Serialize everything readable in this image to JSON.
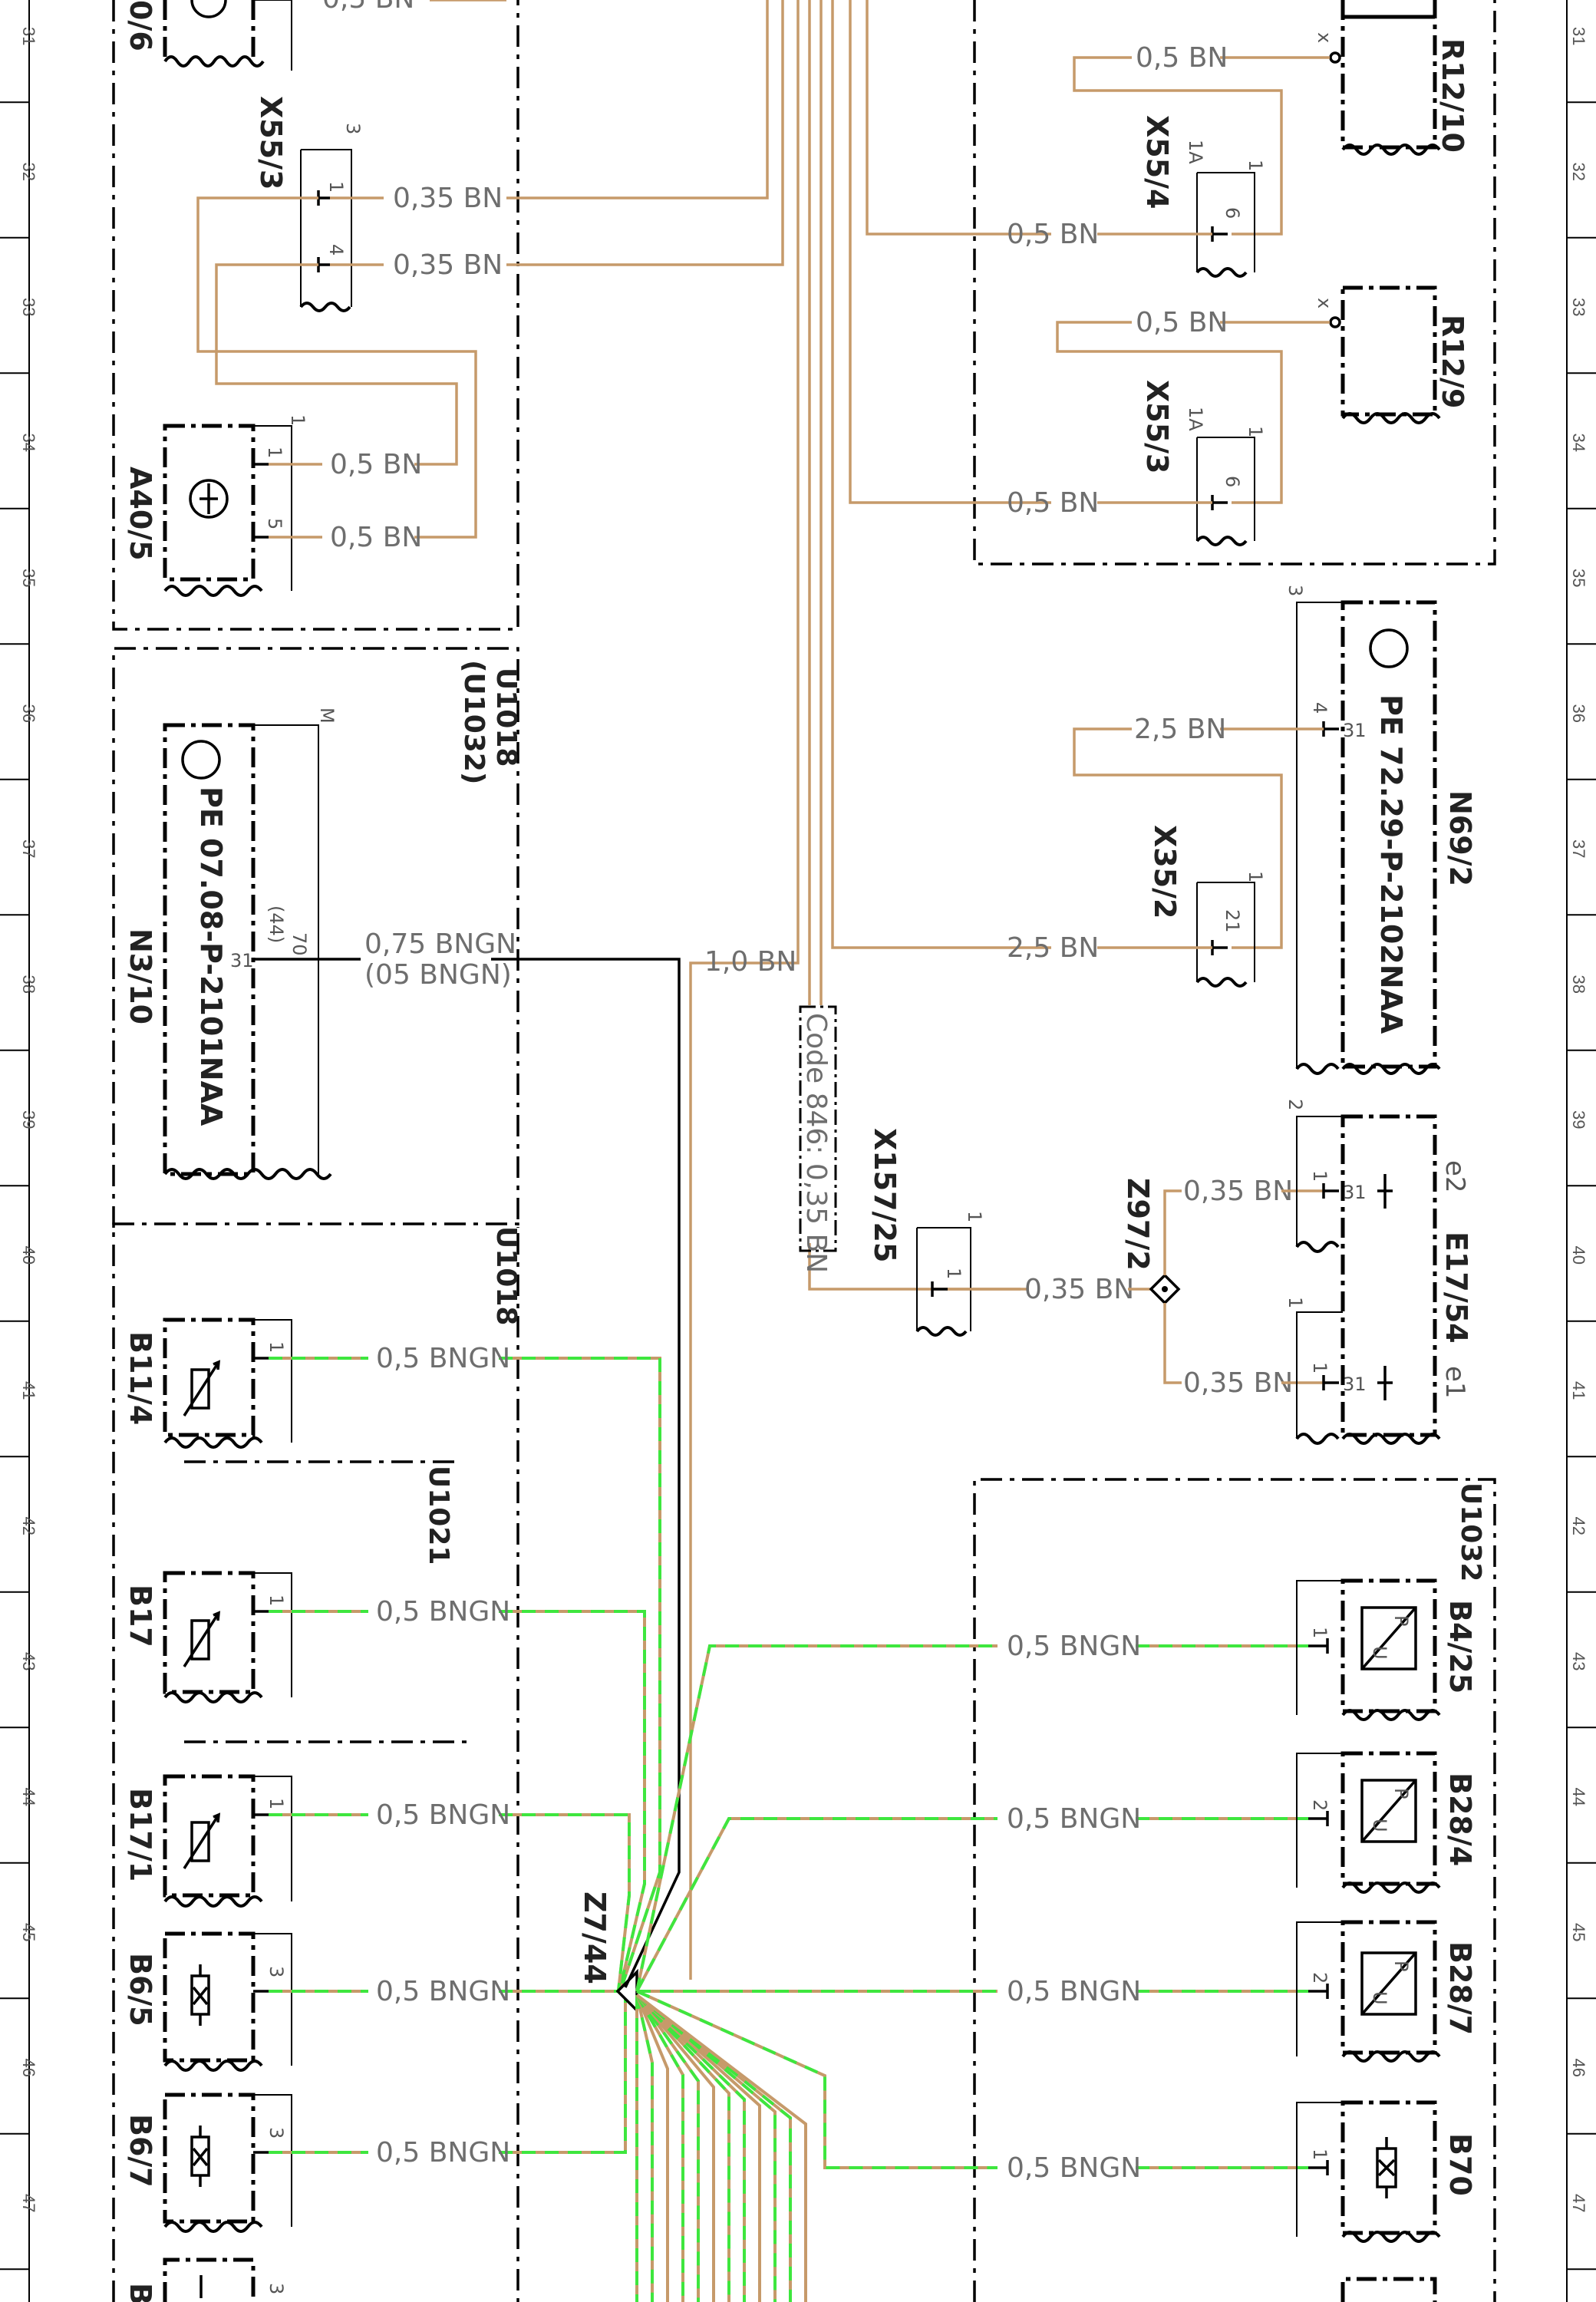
{
  "ruler": {
    "left": [
      "31",
      "32",
      "33",
      "34",
      "35",
      "36",
      "37",
      "38",
      "39",
      "40",
      "41",
      "42",
      "43",
      "44",
      "45",
      "46",
      "47"
    ],
    "right": [
      "31",
      "32",
      "33",
      "34",
      "35",
      "36",
      "37",
      "38",
      "39",
      "40",
      "41",
      "42",
      "43",
      "44",
      "45",
      "46",
      "47"
    ]
  },
  "frames": {
    "u1018_u1032": [
      "U1018",
      "(U1032)"
    ],
    "u1018": "U1018",
    "u1021": "U1021",
    "u1032": "U1032"
  },
  "components": {
    "partial_top_left": "0/6",
    "x55_3_left": "X55/3",
    "a40_5": "A40/5",
    "n3_10": "N3/10",
    "n3_10_pe": "PE 07.08-P-2101NAA",
    "b11_4": "B11/4",
    "b17": "B17",
    "b17_1": "B17/1",
    "b6_5": "B6/5",
    "b6_7": "B6/7",
    "partial_bottom_left": "B",
    "z7_44": "Z7/44",
    "r12_10": "R12/10",
    "x55_4": "X55/4",
    "r12_9": "R12/9",
    "x55_3_right": "X55/3",
    "n69_2": "N69/2",
    "n69_2_pe": "PE 72.29-P-2102NAA",
    "x35_2": "X35/2",
    "x157_25": "X157/25",
    "z97_2": "Z97/2",
    "e17_54": "E17/54",
    "e1": "e1",
    "e2": "e2",
    "b4_25": "B4/25",
    "b28_4": "B28/4",
    "b28_7": "B28/7",
    "b70": "B70",
    "code_846": "Code 846: 0,35 BN"
  },
  "wires": {
    "top_partial": "0,5 BN",
    "x55_3_pin1": "0,35 BN",
    "x55_3_pin4": "0,35 BN",
    "a40_5_pin1": "0,5 BN",
    "a40_5_pin5": "0,5 BN",
    "n3_10": "0,75 BNGN",
    "n3_10_alt": "(05 BNGN)",
    "main_1_0": "1,0 BN",
    "b11_4": "0,5 BNGN",
    "b17": "0,5 BNGN",
    "b17_1": "0,5 BNGN",
    "b6_5": "0,5 BNGN",
    "b6_7": "0,5 BNGN",
    "r12_10": "0,5 BN",
    "x55_4": "0,5 BN",
    "r12_9": "0,5 BN",
    "x55_3_right": "0,5 BN",
    "n69_2_top": "2,5 BN",
    "x35_2": "2,5 BN",
    "x157_25": "0,35 BN",
    "e2": "0,35 BN",
    "e1": "0,35 BN",
    "b4_25": "0,5 BNGN",
    "b28_4": "0,5 BNGN",
    "b28_7": "0,5 BNGN",
    "b70": "0,5 BNGN"
  },
  "pins": {
    "x55_3_left_top": "3",
    "x55_3_left_1": "1",
    "x55_3_left_4": "4",
    "a40_5_top": "1",
    "a40_5_1": "1",
    "a40_5_5": "5",
    "n3_10_m": "M",
    "n3_10_70": "70",
    "n3_10_44": "(44)",
    "n3_10_31": "31",
    "b11_4_1": "1",
    "b17_1pin": "1",
    "b17_1_1": "1",
    "b6_5_3": "3",
    "b6_7_3": "3",
    "bottom_3": "3",
    "r12_10_x": "x",
    "x55_4_1a": "1A",
    "x55_4_1": "1",
    "x55_4_6": "6",
    "r12_9_x": "x",
    "x55_3r_1a": "1A",
    "x55_3r_1": "1",
    "x55_3r_6": "6",
    "n69_2_3": "3",
    "n69_2_4": "4",
    "n69_2_31": "31",
    "x35_2_1": "1",
    "x35_2_21": "21",
    "x157_25_1": "1",
    "x157_25_1b": "1",
    "e2_2": "2",
    "e2_1": "1",
    "e2_31": "31",
    "e1_1": "1",
    "e1_1b": "1",
    "e1_31": "31",
    "b4_25_1": "1",
    "b28_4_2": "2",
    "b28_7_2": "2",
    "b70_1": "1",
    "sensor_p": "P",
    "sensor_u": "U"
  },
  "colors": {
    "bn": "#c69a6a",
    "green": "#3ee63e",
    "black": "#000000"
  }
}
